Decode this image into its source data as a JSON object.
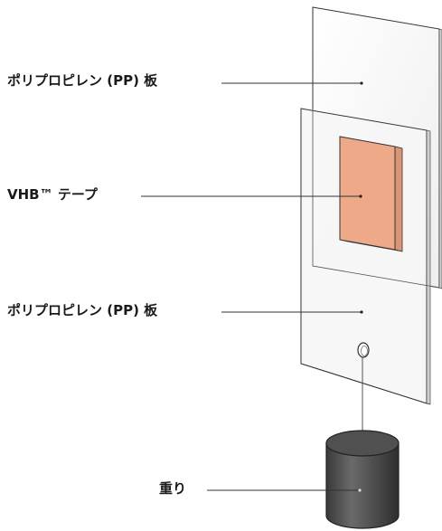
{
  "labels": {
    "top_plate": "ポリプロピレン (PP) 板",
    "tape": "VHB™ テープ",
    "bottom_plate": "ポリプロピレン (PP) 板",
    "weight": "重り"
  },
  "colors": {
    "tape": "#eeaa88",
    "tape_side": "#d99575",
    "plate": "#f7f7f7",
    "weight": "#555555"
  }
}
